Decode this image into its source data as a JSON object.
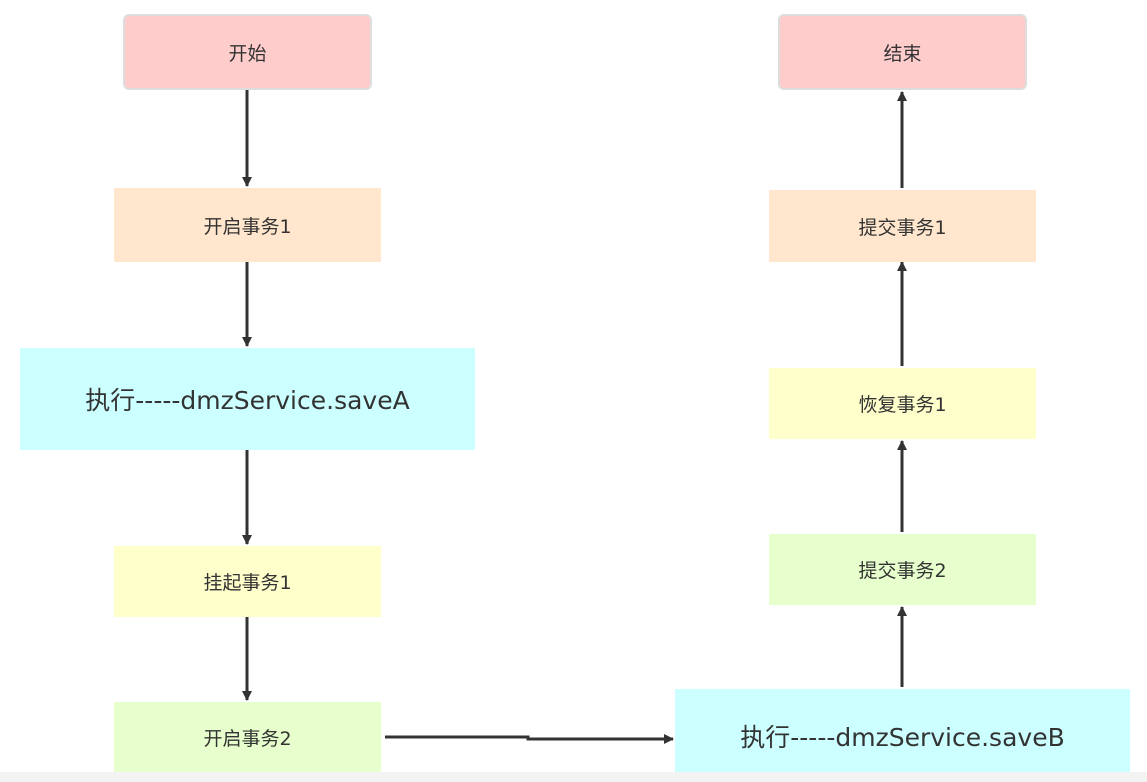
{
  "colors": {
    "terminal": "#ffcccc",
    "orange": "#ffe6cc",
    "cyan": "#ccffff",
    "yellow": "#ffffcc",
    "green": "#e6ffcc",
    "edge": "#333333"
  },
  "nodes": {
    "start": "开始",
    "begin_tx1": "开启事务1",
    "exec_save_a": "执行-----dmzService.saveA",
    "suspend_tx1": "挂起事务1",
    "begin_tx2": "开启事务2",
    "exec_save_b": "执行-----dmzService.saveB",
    "commit_tx2": "提交事务2",
    "resume_tx1": "恢复事务1",
    "commit_tx1": "提交事务1",
    "end": "结束"
  }
}
